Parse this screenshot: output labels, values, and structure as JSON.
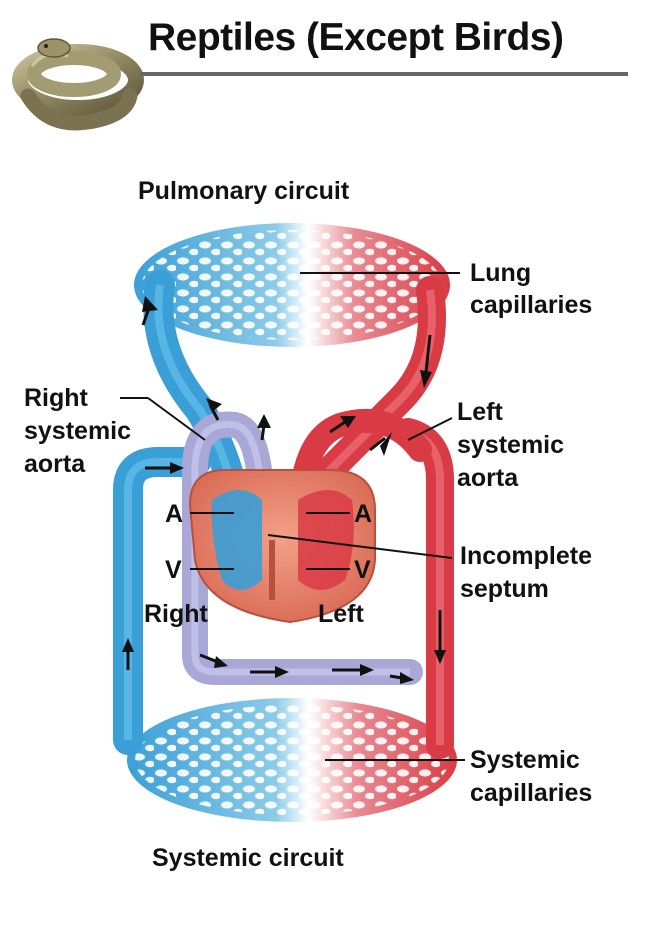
{
  "title": "Reptiles (Except Birds)",
  "sections": {
    "top": "Pulmonary circuit",
    "bottom": "Systemic circuit"
  },
  "labels": {
    "lung_capillaries_1": "Lung",
    "lung_capillaries_2": "capillaries",
    "right_systemic_aorta_1": "Right",
    "right_systemic_aorta_2": "systemic",
    "right_systemic_aorta_3": "aorta",
    "left_systemic_aorta_1": "Left",
    "left_systemic_aorta_2": "systemic",
    "left_systemic_aorta_3": "aorta",
    "incomplete_septum_1": "Incomplete",
    "incomplete_septum_2": "septum",
    "systemic_capillaries_1": "Systemic",
    "systemic_capillaries_2": "capillaries",
    "right_atrium": "A",
    "right_ventricle": "V",
    "left_atrium": "A",
    "left_ventricle": "V",
    "right_side": "Right",
    "left_side": "Left"
  },
  "colors": {
    "oxygen_poor": "#3a9fd6",
    "oxygen_rich": "#d93b45",
    "mixed": "#a9a7d6",
    "heart_muscle": "#e8836a"
  },
  "icons": [
    "snake-icon"
  ]
}
